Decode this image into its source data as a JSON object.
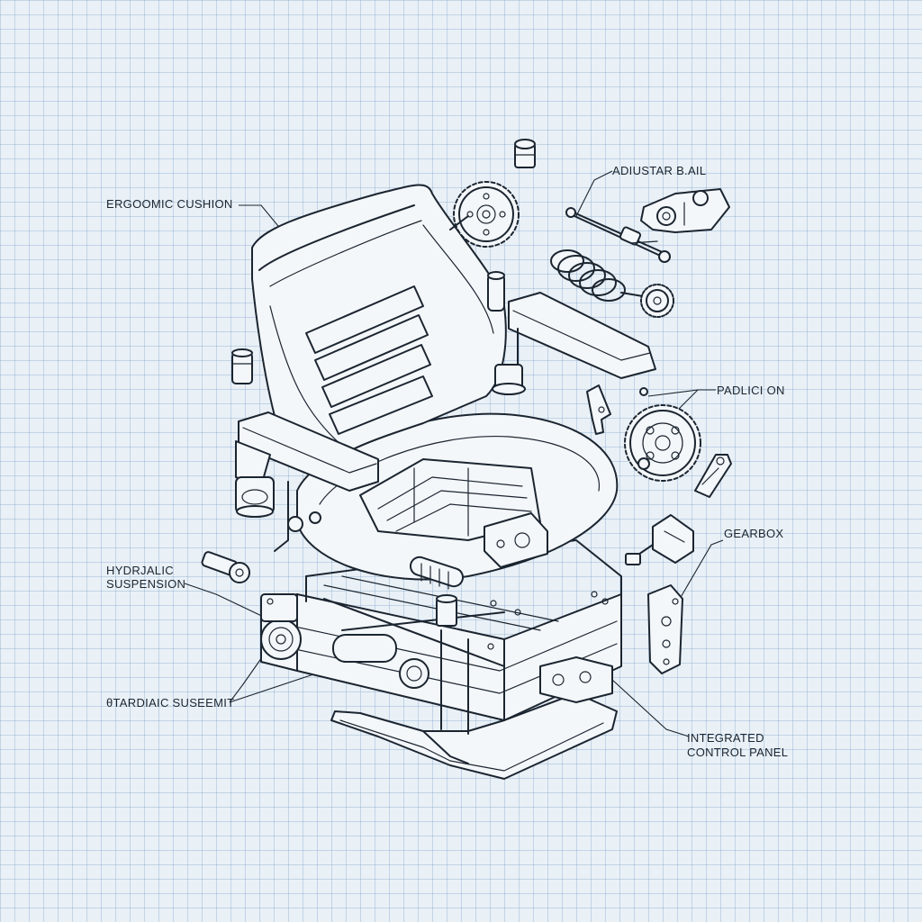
{
  "labels": {
    "ergonomic_cushion": "ERGOOMIC CUSHION",
    "adjustar_bail": "ADIUSTAR B.AIL",
    "paducton": "PADLICI ON",
    "gearbox": "GEARBOX",
    "hydraulic_line1": "HYDRJALIC",
    "hydraulic_line2": "SUSPENSION",
    "standard_suseemit": "θTARDIAIС SUSEEMIT",
    "control_line1": "INTEGRATED",
    "control_line2": "CONTROL PANEL"
  },
  "colors": {
    "paper": "#e9f0f6",
    "grid": "#8fb0cf",
    "ink": "#1b2530"
  }
}
